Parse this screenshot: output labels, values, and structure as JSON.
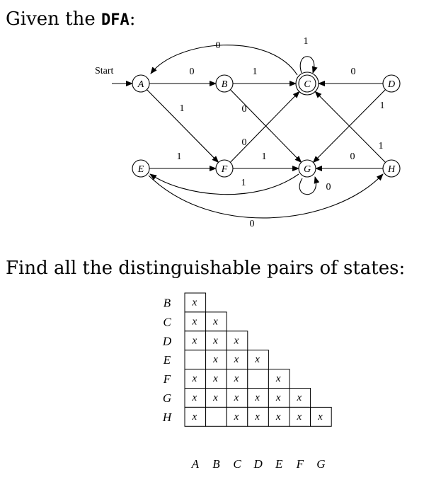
{
  "heading_prefix": "Given the ",
  "heading_code": "DFA",
  "heading_suffix": ":",
  "question": "Find all the distinguishable pairs of states:",
  "dfa": {
    "start_label": "Start",
    "states": [
      {
        "id": "A",
        "label": "A"
      },
      {
        "id": "B",
        "label": "B"
      },
      {
        "id": "C",
        "label": "C",
        "accepting": true
      },
      {
        "id": "D",
        "label": "D"
      },
      {
        "id": "E",
        "label": "E"
      },
      {
        "id": "F",
        "label": "F"
      },
      {
        "id": "G",
        "label": "G"
      },
      {
        "id": "H",
        "label": "H"
      }
    ],
    "transitions": [
      {
        "from": "A",
        "to": "B",
        "label": "0"
      },
      {
        "from": "A",
        "to": "F",
        "label": "1"
      },
      {
        "from": "B",
        "to": "C",
        "label": "1"
      },
      {
        "from": "B",
        "to": "G",
        "label": "0"
      },
      {
        "from": "C",
        "to": "A",
        "label": "0"
      },
      {
        "from": "C",
        "to": "C",
        "label": "1"
      },
      {
        "from": "D",
        "to": "C",
        "label": "0"
      },
      {
        "from": "D",
        "to": "G",
        "label": "1"
      },
      {
        "from": "E",
        "to": "F",
        "label": "1"
      },
      {
        "from": "E",
        "to": "H",
        "label": "0"
      },
      {
        "from": "F",
        "to": "C",
        "label": "0"
      },
      {
        "from": "F",
        "to": "G",
        "label": "1"
      },
      {
        "from": "G",
        "to": "E",
        "label": "1"
      },
      {
        "from": "G",
        "to": "G",
        "label": "0"
      },
      {
        "from": "H",
        "to": "C",
        "label": "1"
      },
      {
        "from": "H",
        "to": "G",
        "label": "0"
      }
    ]
  },
  "table": {
    "rows": [
      "B",
      "C",
      "D",
      "E",
      "F",
      "G",
      "H"
    ],
    "cols": [
      "A",
      "B",
      "C",
      "D",
      "E",
      "F",
      "G"
    ],
    "mark": "x",
    "cells": [
      [
        "x"
      ],
      [
        "x",
        "x"
      ],
      [
        "x",
        "x",
        "x"
      ],
      [
        "",
        "x",
        "x",
        "x"
      ],
      [
        "x",
        "x",
        "x",
        "",
        "x"
      ],
      [
        "x",
        "x",
        "x",
        "x",
        "x",
        "x"
      ],
      [
        "x",
        "",
        "x",
        "x",
        "x",
        "x",
        "x"
      ]
    ]
  }
}
